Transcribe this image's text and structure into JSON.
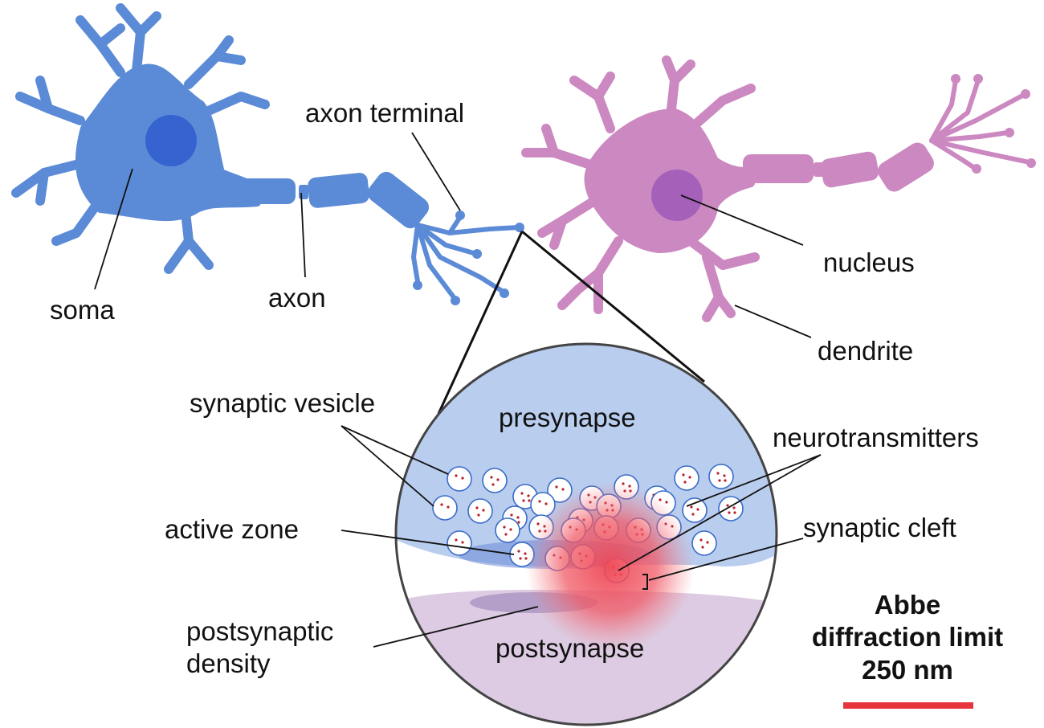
{
  "labels": {
    "soma": "soma",
    "axon": "axon",
    "axon_terminal": "axon terminal",
    "nucleus": "nucleus",
    "dendrite": "dendrite",
    "synaptic_vesicle": "synaptic vesicle",
    "presynapse": "presynapse",
    "neurotransmitters": "neurotransmitters",
    "active_zone": "active zone",
    "synaptic_cleft": "synaptic cleft",
    "postsynaptic_density_line1": "postsynaptic",
    "postsynaptic_density_line2": "density",
    "postsynapse": "postsynapse"
  },
  "scale": {
    "title_line1": "Abbe",
    "title_line2": "diffraction limit",
    "value": "250 nm",
    "bar_color": "#e8343c"
  },
  "colors": {
    "presynaptic_neuron": "#5b8bd6",
    "presynaptic_nucleus": "#2f5ccf",
    "postsynaptic_neuron": "#cc88c0",
    "postsynaptic_nucleus": "#9d5ab8",
    "presynapse_fill": "#b9cdee",
    "postsynapse_fill": "#dccbe2",
    "diffraction_spot": "#ef5560",
    "vesicle_outline": "#3a6cc8",
    "neurotransmitter_dot": "#b8202c"
  }
}
